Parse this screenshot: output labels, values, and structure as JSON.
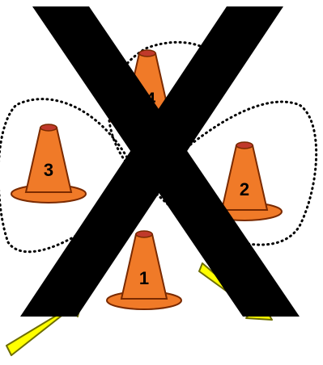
{
  "diagram": {
    "cones": [
      {
        "label": "1"
      },
      {
        "label": "2"
      },
      {
        "label": "3"
      },
      {
        "label": "4"
      }
    ],
    "colors": {
      "cone_fill": "#f07a28",
      "cone_outline": "#7a2a00",
      "cone_top": "#c0392b",
      "arrow_fill": "#ffff00",
      "arrow_outline": "#6e6e00",
      "cross": "#000000",
      "path": "#000000"
    },
    "arrows": [
      {
        "name": "entry-arrow-left"
      },
      {
        "name": "exit-arrow-right"
      }
    ]
  }
}
